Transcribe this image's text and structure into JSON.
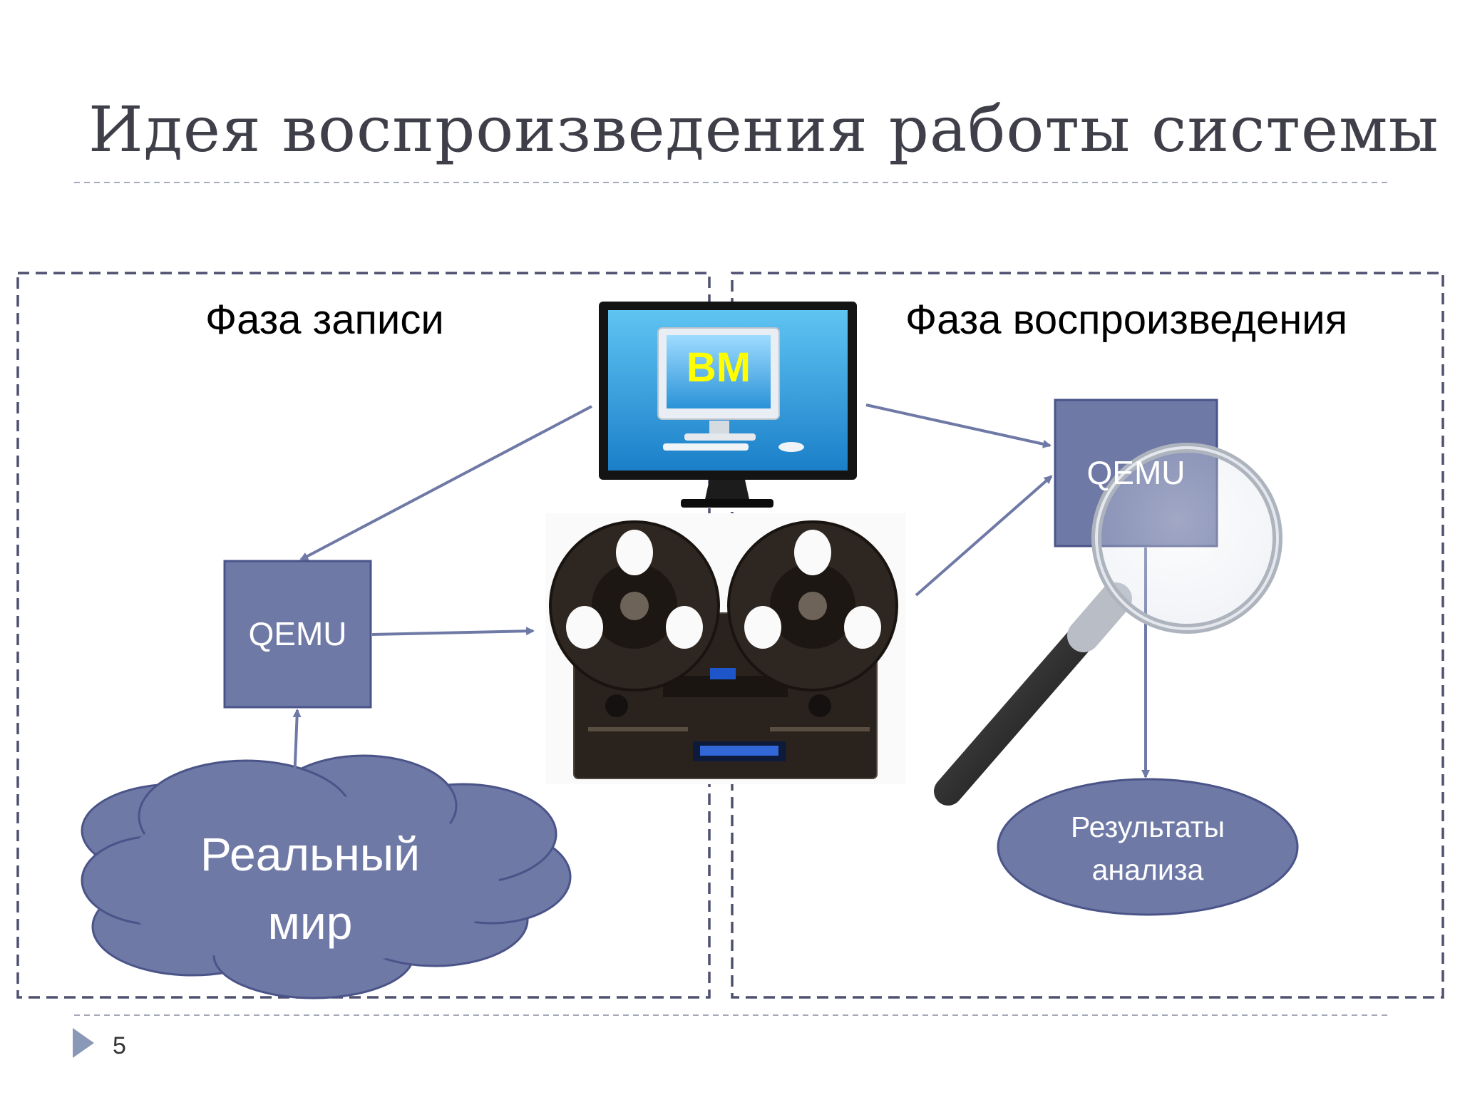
{
  "slide": {
    "title": "Идея воспроизведения работы системы",
    "page_number": "5"
  },
  "recording_phase": {
    "label": "Фаза записи",
    "qemu_label": "QEMU",
    "real_world_line1": "Реальный",
    "real_world_line2": "мир"
  },
  "replay_phase": {
    "label": "Фаза воспроизведения",
    "qemu_label": "QEMU",
    "results_line1": "Результаты",
    "results_line2": "анализа"
  },
  "vm": {
    "label": "ВМ"
  },
  "colors": {
    "box_fill": "#6f79a6",
    "box_border": "#4a5488",
    "arrow": "#6f79a6",
    "dash_border": "#4f5070",
    "vm_text": "#ffff00"
  }
}
